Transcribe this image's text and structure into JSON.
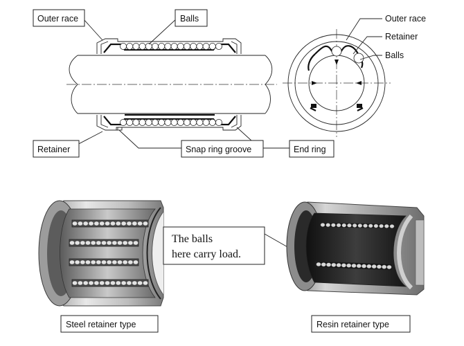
{
  "labels": {
    "outer_race_left": "Outer race",
    "balls_top": "Balls",
    "outer_race_right": "Outer race",
    "retainer_right": "Retainer",
    "balls_right": "Balls",
    "retainer_bottom": "Retainer",
    "snap_ring_groove": "Snap ring groove",
    "end_ring": "End ring",
    "callout_line1": "The balls",
    "callout_line2": "here carry load.",
    "steel_caption": "Steel retainer type",
    "resin_caption": "Resin retainer type"
  },
  "colors": {
    "line": "#222222",
    "metal_light": "#d9d9d9",
    "metal_mid": "#9a9a9a",
    "metal_dark": "#3a3a3a",
    "resin_dark": "#1f1f1f"
  }
}
